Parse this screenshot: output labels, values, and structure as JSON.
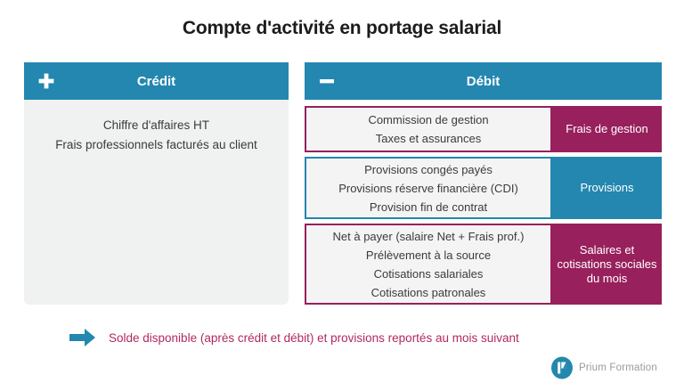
{
  "page": {
    "title": "Compte d'activité en portage salarial"
  },
  "credit": {
    "header_label": "Crédit",
    "sign_icon": "plus-icon",
    "items": [
      "Chiffre d'affaires HT",
      "Frais professionnels facturés au client"
    ]
  },
  "debit": {
    "header_label": "Débit",
    "sign_icon": "minus-icon",
    "groups": [
      {
        "label": "Frais de gestion",
        "color": "#98205c",
        "items": [
          "Commission de gestion",
          "Taxes et assurances"
        ]
      },
      {
        "label": "Provisions",
        "color": "#2387af",
        "items": [
          "Provisions congés payés",
          "Provisions réserve financière (CDI)",
          "Provision fin de contrat"
        ]
      },
      {
        "label": "Salaires et cotisations sociales du mois",
        "color": "#98205c",
        "items": [
          "Net à payer (salaire Net + Frais prof.)",
          "Prélèvement à la source",
          "Cotisations salariales",
          "Cotisations patronales"
        ]
      }
    ]
  },
  "footer": {
    "arrow_icon": "arrow-right-icon",
    "note": "Solde disponible (après crédit et débit) et provisions reportés au mois suivant"
  },
  "logo": {
    "mark_icon": "prium-p-logo-icon",
    "text": "Prium Formation"
  },
  "colors": {
    "teal": "#2387af",
    "magenta": "#98205c",
    "note_pink": "#b1295f",
    "panel_gray": "#f0f1f1"
  }
}
